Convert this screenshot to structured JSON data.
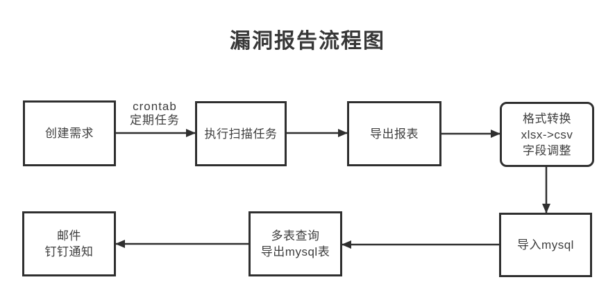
{
  "title": "漏洞报告流程图",
  "diagram": {
    "nodes": [
      {
        "id": "create-requirement",
        "label": "创建需求",
        "shape": "rect"
      },
      {
        "id": "run-scan-task",
        "label": "执行扫描任务",
        "shape": "rect"
      },
      {
        "id": "export-report",
        "label": "导出报表",
        "shape": "rect"
      },
      {
        "id": "format-convert",
        "label": "格式转换\nxlsx->csv\n字段调整",
        "shape": "rounded-rect"
      },
      {
        "id": "import-mysql",
        "label": "导入mysql",
        "shape": "rect"
      },
      {
        "id": "multi-table-query",
        "label": "多表查询\n导出mysql表",
        "shape": "rect"
      },
      {
        "id": "notify",
        "label": "邮件\n钉钉通知",
        "shape": "rect"
      }
    ],
    "edges": [
      {
        "from": "create-requirement",
        "to": "run-scan-task",
        "label": "crontab\n定期任务"
      },
      {
        "from": "run-scan-task",
        "to": "export-report",
        "label": ""
      },
      {
        "from": "export-report",
        "to": "format-convert",
        "label": ""
      },
      {
        "from": "format-convert",
        "to": "import-mysql",
        "label": ""
      },
      {
        "from": "import-mysql",
        "to": "multi-table-query",
        "label": ""
      },
      {
        "from": "multi-table-query",
        "to": "notify",
        "label": ""
      }
    ],
    "colors": {
      "background": "#ffffff",
      "line": "#2f2f2f",
      "border": "#2f2f2f",
      "text": "#3d3d3d",
      "title_text": "#373737"
    }
  }
}
